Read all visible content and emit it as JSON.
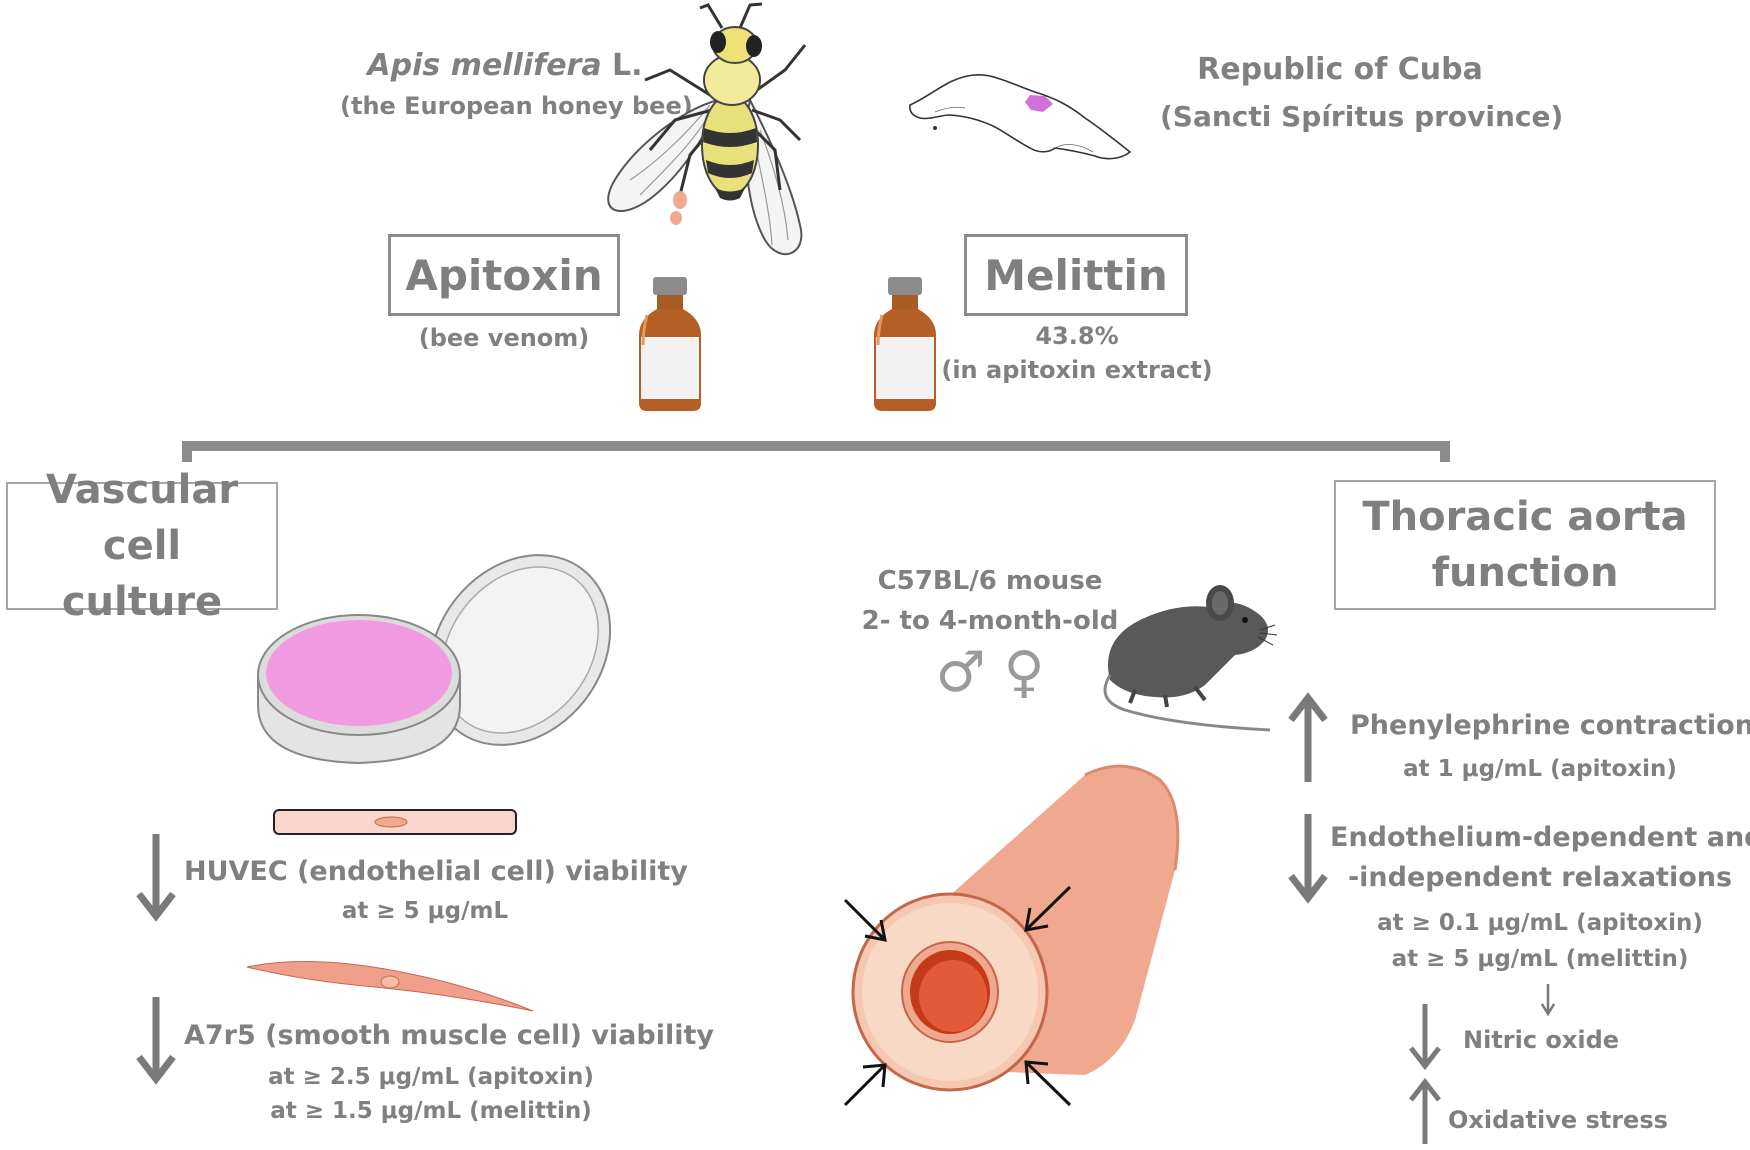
{
  "species": {
    "name_italic": "Apis mellifera",
    "name_suffix": " L.",
    "common": "(the European honey bee)"
  },
  "origin": {
    "country": "Republic of Cuba",
    "province": "(Sancti Spíritus province)"
  },
  "apitoxin": {
    "title": "Apitoxin",
    "subtitle": "(bee venom)"
  },
  "melittin": {
    "title": "Melittin",
    "percent": "43.8%",
    "note": "(in apitoxin extract)"
  },
  "vascular": {
    "title_line1": "Vascular cell",
    "title_line2": "culture",
    "huvec_label": "HUVEC (endothelial cell) viability",
    "huvec_conc": "at ≥ 5 μg/mL",
    "a7r5_label": "A7r5 (smooth muscle cell) viability",
    "a7r5_conc1": "at ≥ 2.5 μg/mL (apitoxin)",
    "a7r5_conc2": "at ≥ 1.5 μg/mL (melittin)"
  },
  "mouse": {
    "strain": "C57BL/6 mouse",
    "age": "2- to 4-month-old",
    "sexes": "♂ ♀"
  },
  "aorta": {
    "title_line1": "Thoracic aorta",
    "title_line2": "function",
    "phe_label": "Phenylephrine contractions",
    "phe_conc": "at 1 μg/mL (apitoxin)",
    "relax_line1": "Endothelium-dependent and",
    "relax_line2": "-independent relaxations",
    "relax_conc1": "at ≥ 0.1 μg/mL (apitoxin)",
    "relax_conc2": "at ≥ 5 μg/mL (melittin)",
    "no_label": "Nitric oxide",
    "ox_label": "Oxidative stress"
  },
  "colors": {
    "text_gray": "#808080",
    "arrow_gray": "#7a7a7a",
    "box_border": "#8c8c8c",
    "aorta": "#f0a88e",
    "dish_fill": "#f09be0",
    "cuba_highlight": "#d070d8"
  }
}
